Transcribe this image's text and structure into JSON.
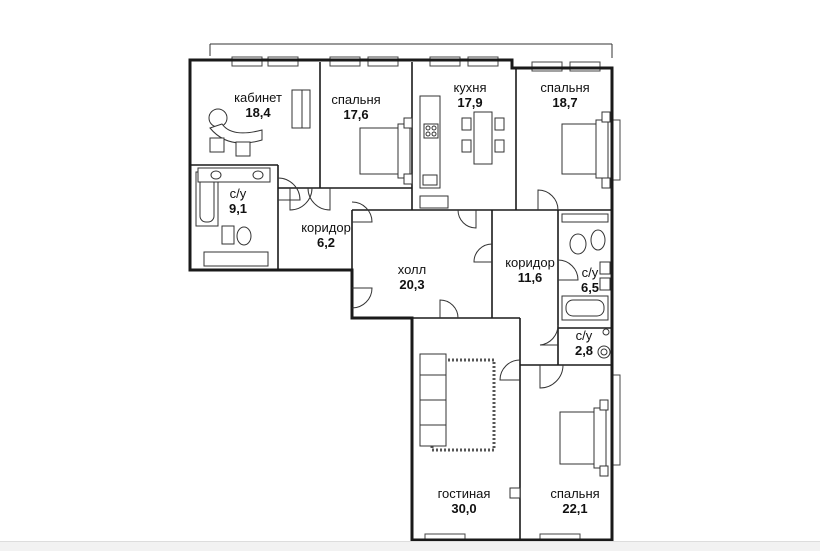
{
  "rooms": [
    {
      "name": "кабинет",
      "area": "18,4"
    },
    {
      "name": "спальня",
      "area": "17,6"
    },
    {
      "name": "кухня",
      "area": "17,9"
    },
    {
      "name": "спальня",
      "area": "18,7"
    },
    {
      "name": "с/у",
      "area": "9,1"
    },
    {
      "name": "коридор",
      "area": "6,2"
    },
    {
      "name": "холл",
      "area": "20,3"
    },
    {
      "name": "коридор",
      "area": "11,6"
    },
    {
      "name": "с/у",
      "area": "6,5"
    },
    {
      "name": "с/у",
      "area": "2,8"
    },
    {
      "name": "гостиная",
      "area": "30,0"
    },
    {
      "name": "спальня",
      "area": "22,1"
    }
  ],
  "colors": {
    "wall": "#1a1a1a",
    "background": "#ffffff"
  }
}
